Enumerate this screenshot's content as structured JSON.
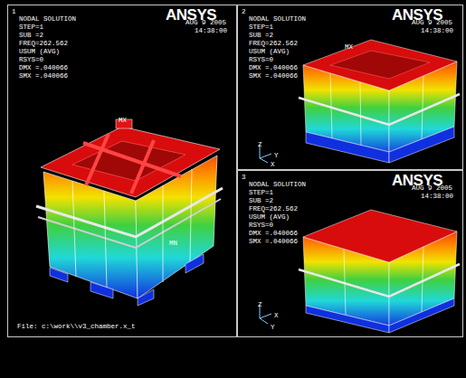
{
  "diagram": {
    "nodes": [
      {
        "text": [
          "1",
          "NODAL SOLUTION",
          "STEP=1",
          "SUB =2",
          "FREQ=262.562",
          "USUM (AVG)",
          "RSYS=0",
          "DMX =.040066",
          "SMX =.040066",
          "AUG 9 2005",
          "14:38:00",
          "ANSYS",
          "MX",
          "MN",
          "File: c:\\work\\\\v3_chamber.x_t"
        ]
      },
      {
        "text": [
          "2",
          "NODAL SOLUTION",
          "STEP=1",
          "SUB =2",
          "FREQ=262.562",
          "USUM (AVG)",
          "RSYS=0",
          "DMX =.040066",
          "SMX =.040066",
          "AUG 9 2005",
          "14:38:00",
          "ANSYS",
          "MX",
          "Z",
          "Y",
          "X"
        ]
      },
      {
        "text": [
          "3",
          "NODAL SOLUTION",
          "STEP=1",
          "SUB =2",
          "FREQ=262.562",
          "USUM (AVG)",
          "RSYS=0",
          "DMX =.040066",
          "SMX =.040066",
          "AUG 9 2005",
          "14:38:00",
          "ANSYS",
          "Z",
          "X",
          "Y"
        ]
      }
    ]
  }
}
